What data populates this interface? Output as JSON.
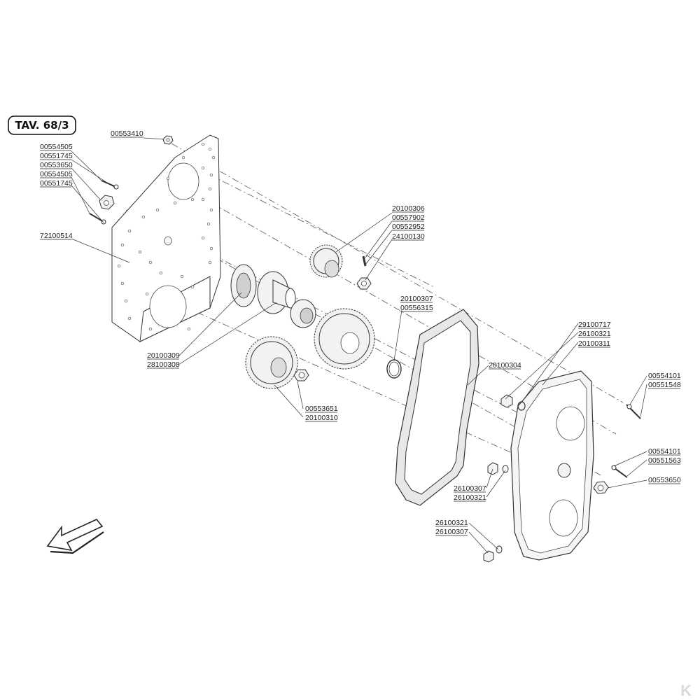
{
  "plate": {
    "title": "TAV. 68/3"
  },
  "labels": {
    "l00553410": "00553410",
    "l00554505a": "00554505",
    "l00551745a": "00551745",
    "l00553650a": "00553650",
    "l00554505b": "00554505",
    "l00551745b": "00551745",
    "l72100514": "72100514",
    "l20100306": "20100306",
    "l00557902": "00557902",
    "l00552952": "00552952",
    "l24100130": "24100130",
    "l20100307a": "20100307",
    "l00556315": "00556315",
    "l20100309": "20100309",
    "l28100308": "28100308",
    "l00553651": "00553651",
    "l20100310": "20100310",
    "l20100304": "20100304",
    "l29100717": "29100717",
    "l26100321a": "26100321",
    "l20100311": "20100311",
    "l00554101a": "00554101",
    "l00551548": "00551548",
    "l00554101b": "00554101",
    "l00551563": "00551563",
    "l00553650b": "00553650",
    "l26100307a": "26100307",
    "l26100321b": "26100321",
    "l26100321c": "26100321",
    "l26100307b": "26100307"
  },
  "brand": {
    "mark": "K"
  }
}
